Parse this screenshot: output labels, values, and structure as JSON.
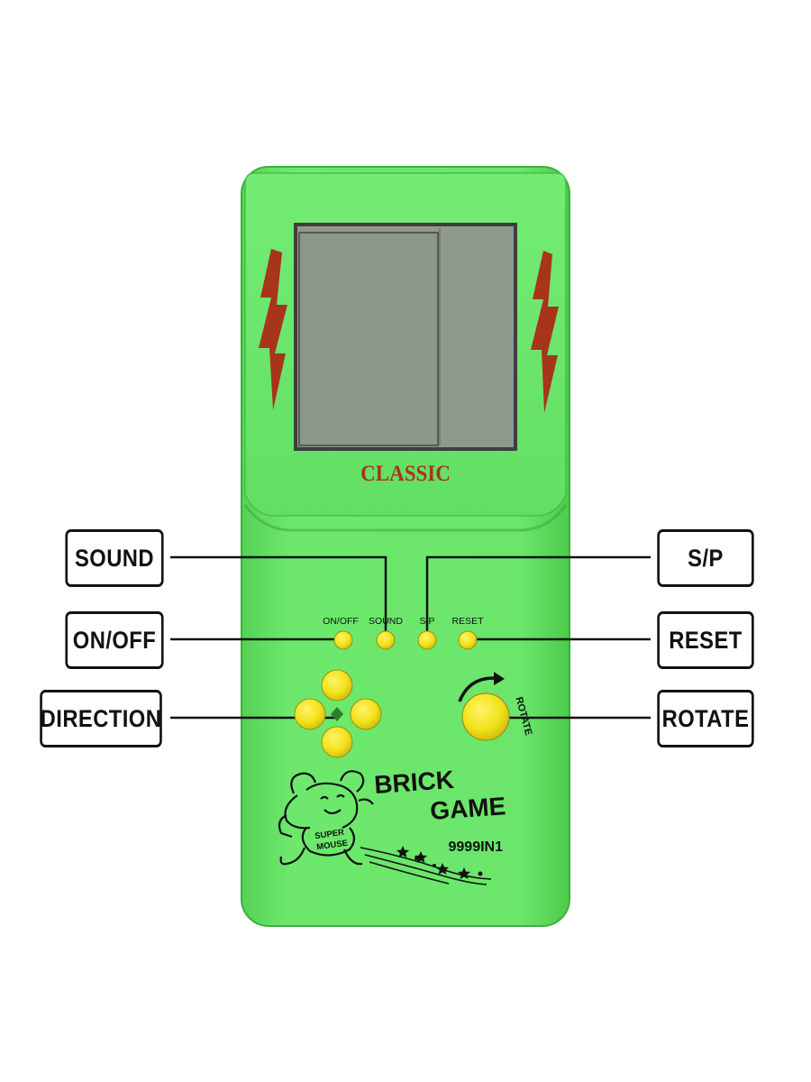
{
  "device": {
    "brand_label": "CLASSIC",
    "button_labels": {
      "on_off": "ON/OFF",
      "sound": "SOUND",
      "sp": "S/P",
      "reset": "RESET"
    },
    "rotate_label": "ROTATE",
    "logo": {
      "line1": "BRICK",
      "line2": "GAME",
      "mascot_line1": "SUPER",
      "mascot_line2": "MOUSE"
    },
    "model": "9999IN1"
  },
  "callouts": {
    "sound": "SOUND",
    "on_off": "ON/OFF",
    "direction": "DIRECTION",
    "sp": "S/P",
    "reset": "RESET",
    "rotate": "ROTATE"
  },
  "colors": {
    "body_green": "#66e366",
    "body_dark": "#43b843",
    "screen": "#8e9a8a",
    "screen_frame": "#4a4a48",
    "accent_red": "#a8341c",
    "button_yellow": "#f2e21a",
    "outline": "#111111"
  }
}
